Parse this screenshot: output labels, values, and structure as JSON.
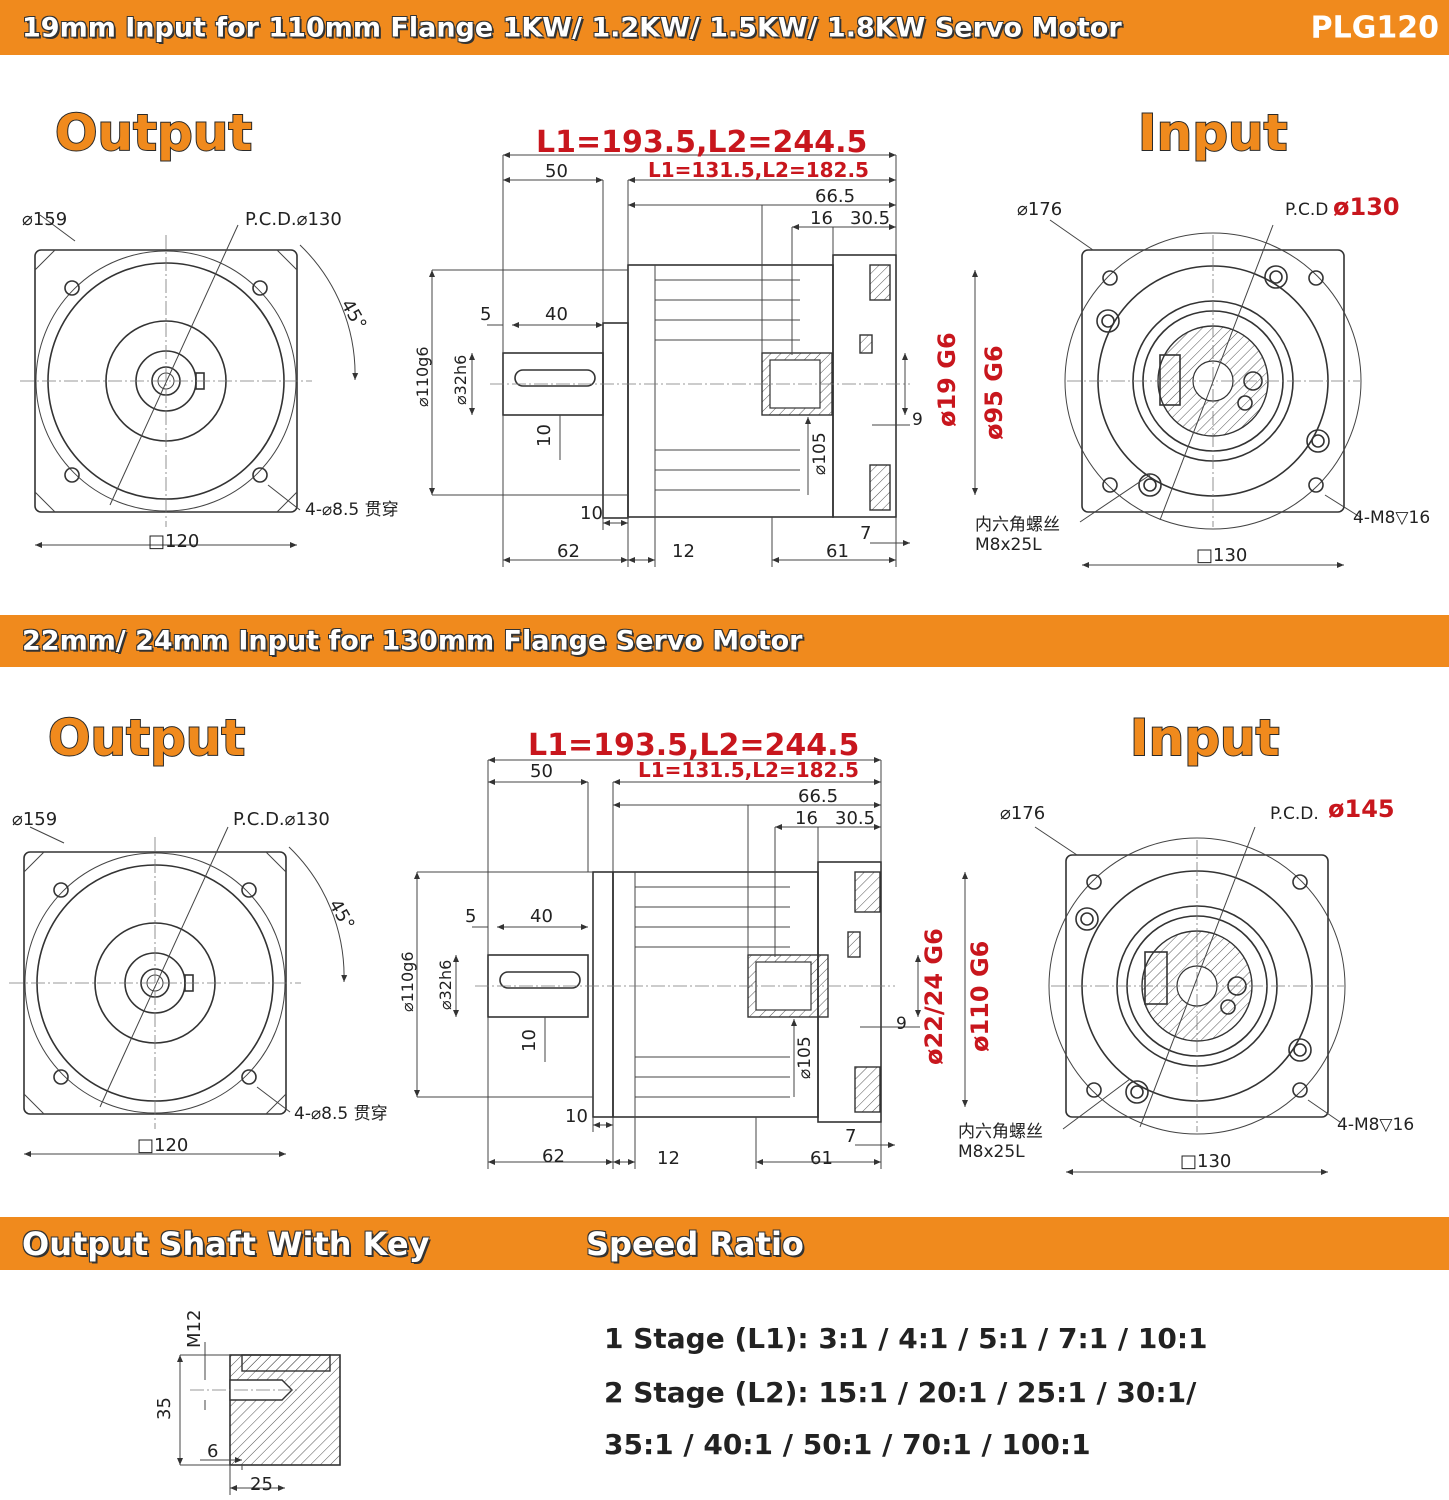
{
  "banners": {
    "top_title": "19mm Input for 110mm Flange 1KW/ 1.2KW/ 1.5KW/ 1.8KW Servo Motor",
    "model": "PLG120",
    "mid_title": "22mm/ 24mm Input for 130mm Flange Servo Motor",
    "bottom_left": "Output Shaft With Key",
    "bottom_right": "Speed Ratio"
  },
  "section1": {
    "output_heading": "Output",
    "input_heading": "Input",
    "output_view": {
      "dia": "⌀159",
      "pcd": "P.C.D.⌀130",
      "angle": "45°",
      "holes": "4-⌀8.5 贯穿",
      "square": "□120"
    },
    "side_view": {
      "l_red": "L1=193.5,L2=244.5",
      "l_red_small": "L1=131.5,L2=182.5",
      "d50": "50",
      "d66_5": "66.5",
      "d16": "16",
      "d30_5": "30.5",
      "d5": "5",
      "d40": "40",
      "d110": "⌀110g6",
      "d32": "⌀32h6",
      "d10a": "10",
      "d105": "⌀105",
      "d9": "9",
      "bore": "ø19 G6",
      "spigot": "ø95 G6",
      "d10b": "10",
      "d62": "62",
      "d12": "12",
      "d61": "61",
      "d7": "7"
    },
    "input_view": {
      "dia": "⌀176",
      "pcd_label": "P.C.D",
      "pcd_value": "ø130",
      "screw1": "内六角螺丝",
      "screw2": "M8x25L",
      "holes": "4-M8▽16",
      "square": "□130"
    }
  },
  "section2": {
    "output_heading": "Output",
    "input_heading": "Input",
    "output_view": {
      "dia": "⌀159",
      "pcd": "P.C.D.⌀130",
      "angle": "45°",
      "holes": "4-⌀8.5 贯穿",
      "square": "□120"
    },
    "side_view": {
      "l_red": "L1=193.5,L2=244.5",
      "l_red_small": "L1=131.5,L2=182.5",
      "d50": "50",
      "d66_5": "66.5",
      "d16": "16",
      "d30_5": "30.5",
      "d5": "5",
      "d40": "40",
      "d110": "⌀110g6",
      "d32": "⌀32h6",
      "d10a": "10",
      "d105": "⌀105",
      "d9": "9",
      "bore": "ø22/24 G6",
      "spigot": "ø110 G6",
      "d10b": "10",
      "d62": "62",
      "d12": "12",
      "d61": "61",
      "d7": "7"
    },
    "input_view": {
      "dia": "⌀176",
      "pcd_label": "P.C.D.",
      "pcd_value": "ø145",
      "screw1": "内六角螺丝",
      "screw2": "M8x25L",
      "holes": "4-M8▽16",
      "square": "□130"
    }
  },
  "shaft": {
    "thread": "M12",
    "d35": "35",
    "d6": "6",
    "d25": "25"
  },
  "speed_ratio": {
    "line1": "1 Stage (L1): 3:1 / 4:1 / 5:1 / 7:1 / 10:1",
    "line2": "2 Stage (L2): 15:1 / 20:1 / 25:1 / 30:1/",
    "line3": "35:1 / 40:1 / 50:1 / 70:1 / 100:1"
  }
}
